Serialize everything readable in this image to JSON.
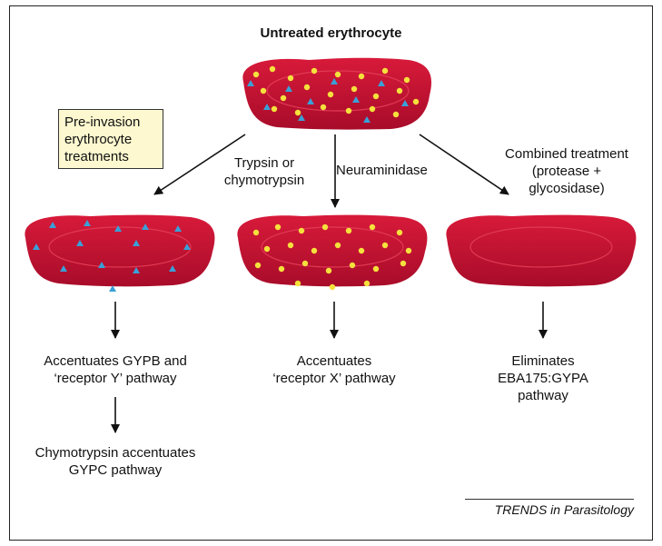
{
  "title": "Untreated erythrocyte",
  "box": [
    "Pre-invasion",
    "erythrocyte",
    "treatments"
  ],
  "treatments": {
    "left": [
      "Trypsin or",
      "chymotrypsin"
    ],
    "middle": [
      "Neuraminidase"
    ],
    "right": [
      "Combined treatment",
      "(protease +",
      "glycosidase)"
    ]
  },
  "outcomes": {
    "left": [
      "Accentuates GYPB and",
      "‘receptor Y’ pathway"
    ],
    "left_second": [
      "Chymotrypsin accentuates",
      "GYPC pathway"
    ],
    "middle": [
      "Accentuates",
      "‘receptor X’ pathway"
    ],
    "right": [
      "Eliminates",
      "EBA175:GYPA",
      "pathway"
    ]
  },
  "footer": "TRENDS in Parasitology",
  "colors": {
    "cell": "#c8102e",
    "cell_dark": "#9e0a25",
    "dot": "#f5e13c",
    "triangle": "#3aa0d8",
    "box": "#fdf8cf"
  }
}
